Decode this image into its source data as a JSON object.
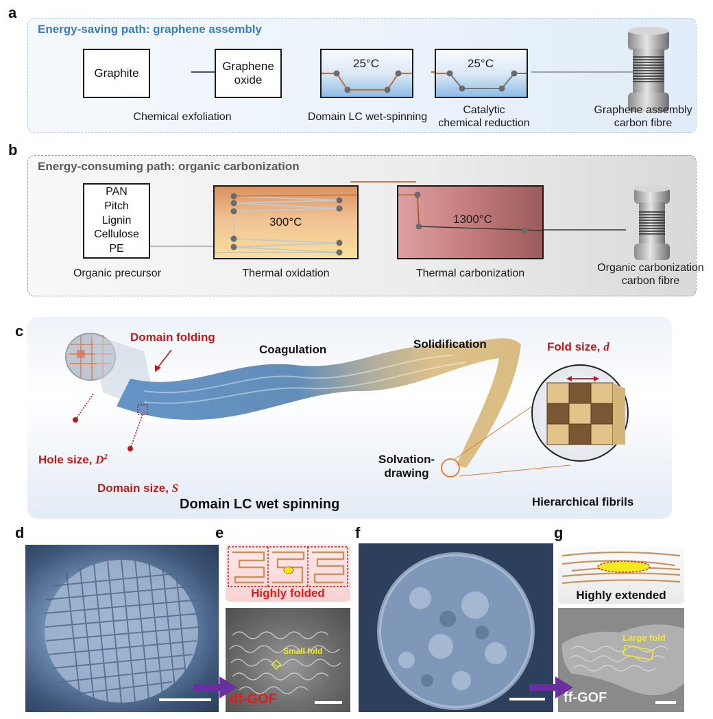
{
  "panels": {
    "a": {
      "letter": "a",
      "title": "Energy-saving path: graphene assembly",
      "title_color": "#3a7cc0",
      "boxes": {
        "graphite": "Graphite",
        "graphene_oxide_line1": "Graphene",
        "graphene_oxide_line2": "oxide",
        "spinning_temp": "25°C",
        "reduction_temp": "25°C"
      },
      "captions": {
        "exfoliation": "Chemical exfoliation",
        "spinning": "Domain LC wet-spinning",
        "reduction_line1": "Catalytic",
        "reduction_line2": "chemical reduction",
        "product_line1": "Graphene assembly",
        "product_line2": "carbon fibre"
      }
    },
    "b": {
      "letter": "b",
      "title": "Energy-consuming path: organic carbonization",
      "title_color": "#5a5a5a",
      "precursors": [
        "PAN",
        "Pitch",
        "Lignin",
        "Cellulose",
        "PE"
      ],
      "oxidation_temp": "300°C",
      "carbonization_temp": "1300°C",
      "captions": {
        "precursor": "Organic precursor",
        "oxidation": "Thermal oxidation",
        "carbonization": "Thermal carbonization",
        "product_line1": "Organic carbonization",
        "product_line2": "carbon fibre"
      }
    },
    "c": {
      "letter": "c",
      "domain_folding": "Domain folding",
      "coagulation": "Coagulation",
      "solidification": "Solidification",
      "hole_size_text": "Hole size, ",
      "hole_size_symbol": "D",
      "hole_size_exp": "2",
      "domain_size_text": "Domain size, ",
      "domain_size_symbol": "S",
      "fold_size_text": "Fold size, ",
      "fold_size_symbol": "d",
      "solvation_line1": "Solvation-",
      "solvation_line2": "drawing",
      "fibrils": "Hierarchical fibrils",
      "process_title": "Domain LC wet spinning"
    },
    "d": {
      "letter": "d"
    },
    "e": {
      "letter": "e",
      "schematic_label": "Highly folded",
      "annotation": "Small  fold",
      "sample": "df-GOF"
    },
    "f": {
      "letter": "f"
    },
    "g": {
      "letter": "g",
      "schematic_label": "Highly extended",
      "annotation": "Large fold",
      "sample": "ff-GOF"
    }
  },
  "colors": {
    "accent_red": "#c01818",
    "fibre_orange": "#c8753a",
    "annotation_yellow": "#f2ea1a",
    "arrow_purple": "#6a2ea0"
  }
}
